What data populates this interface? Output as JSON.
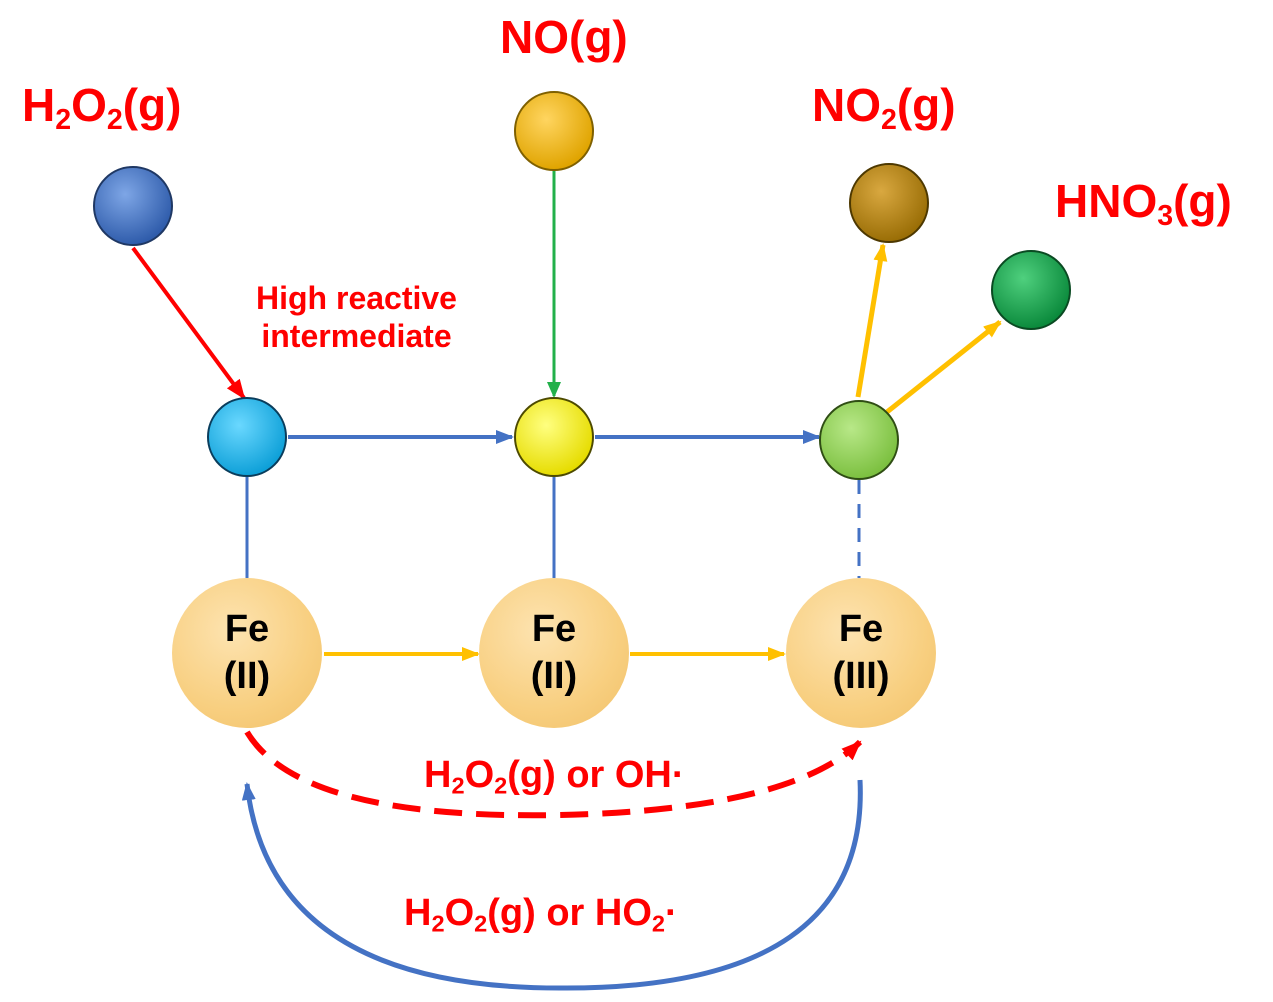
{
  "species": {
    "h2o2": {
      "base": "H",
      "s1": "2",
      "mid": "O",
      "s2": "2",
      "tail": "(g)"
    },
    "no": {
      "text": "NO(g)"
    },
    "no2": {
      "base": "NO",
      "s1": "2",
      "tail": "(g)"
    },
    "hno3": {
      "base": "HNO",
      "s1": "3",
      "tail": "(g)"
    }
  },
  "intermediate_label": {
    "line1": "High reactive",
    "line2": "intermediate"
  },
  "iron_sites": [
    {
      "element": "Fe",
      "state": "(II)"
    },
    {
      "element": "Fe",
      "state": "(II)"
    },
    {
      "element": "Fe",
      "state": "(III)"
    }
  ],
  "cycle_labels": {
    "oxidation": {
      "a": "H",
      "s1": "2",
      "b": "O",
      "s2": "2",
      "c": "(g) or OH·"
    },
    "reduction": {
      "a": "H",
      "s1": "2",
      "b": "O",
      "s2": "2",
      "c": "(g) or HO",
      "s3": "2",
      "d": "·"
    }
  },
  "colors": {
    "label_red": "#ff0000",
    "h2o2_node": "#3f6fc4",
    "no_node": "#f5b800",
    "no2_node": "#b8860b",
    "hno3_node": "#12a150",
    "intermediate_node": "#1bb8ee",
    "no_adduct_node": "#f5f000",
    "product_adduct_node": "#92d050",
    "blue_line": "#4472c4",
    "green_line": "#22b04a",
    "red_line": "#ff0000",
    "orange_line": "#ffc000"
  }
}
